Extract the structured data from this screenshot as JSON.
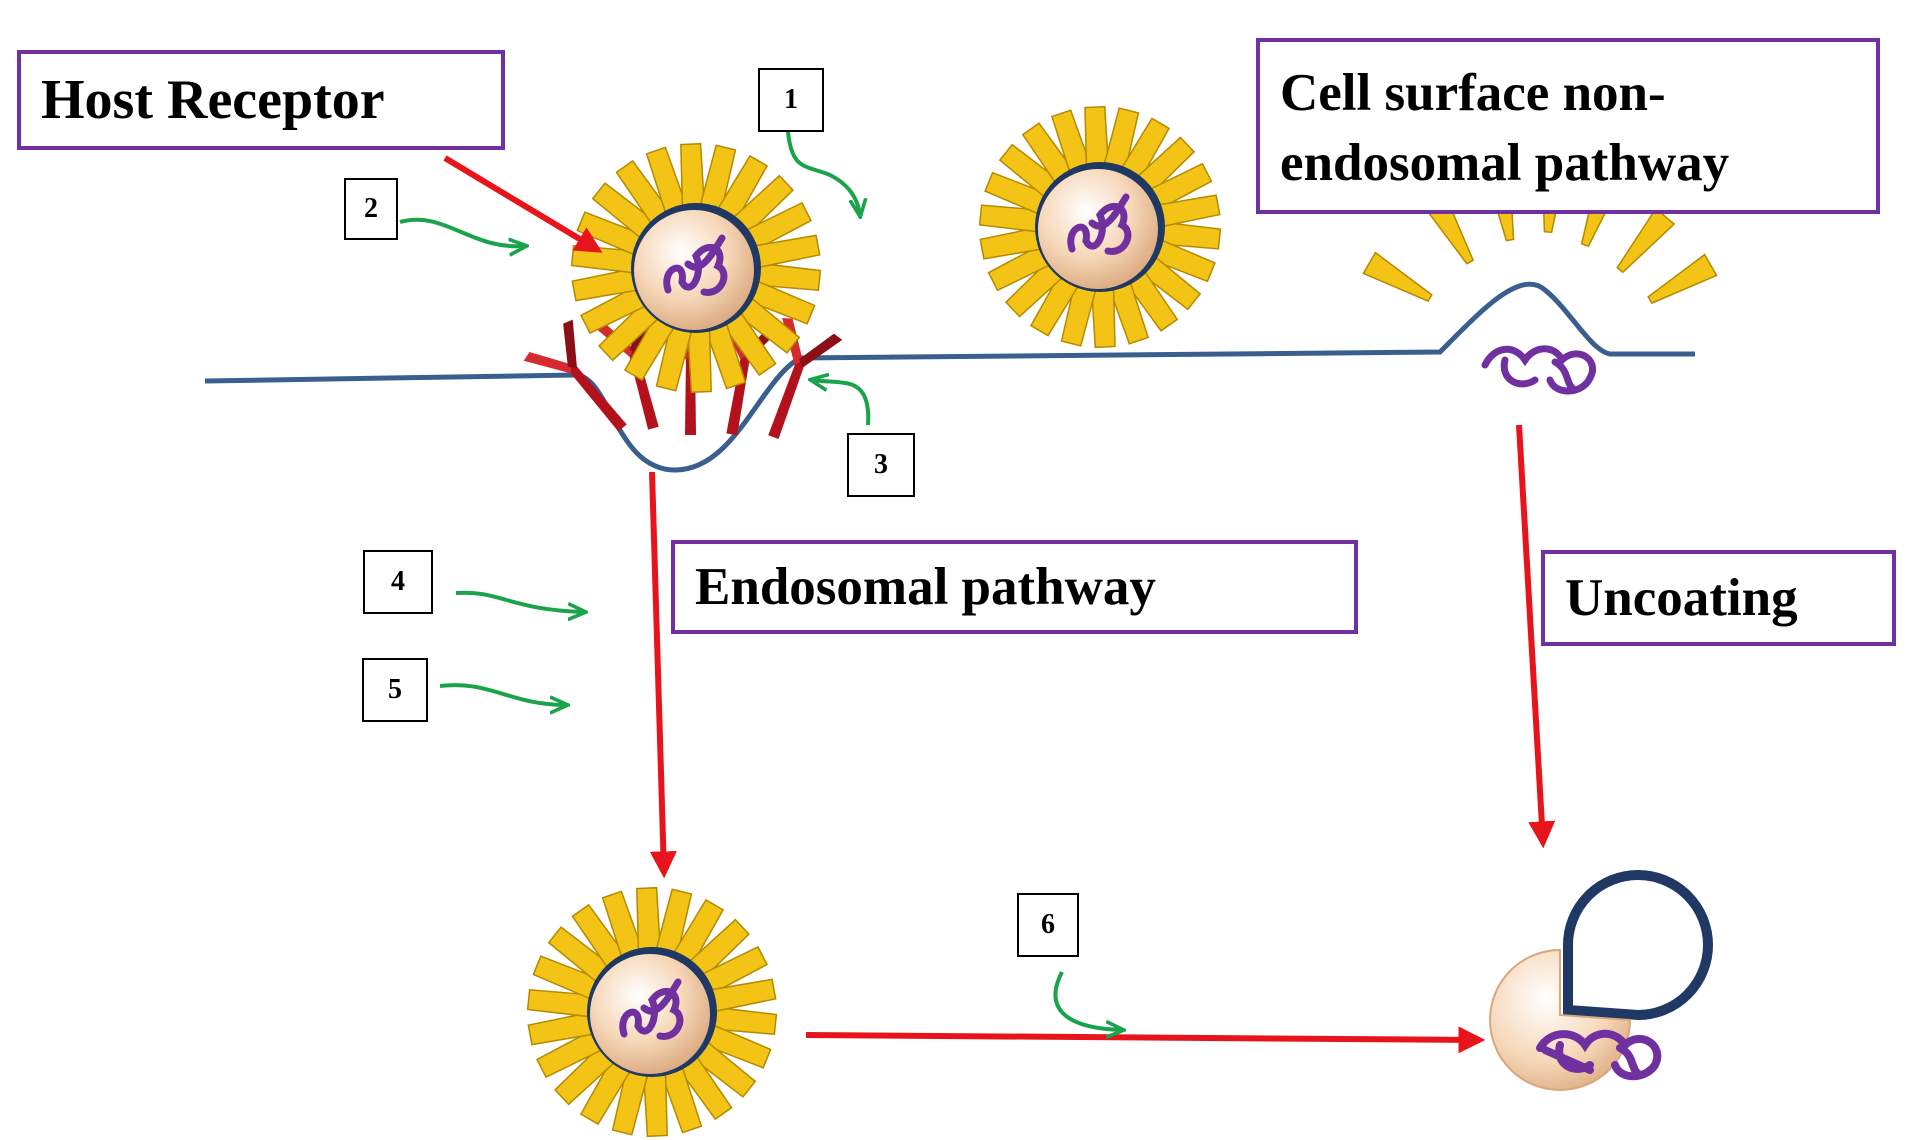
{
  "labels": {
    "host_receptor": "Host Receptor",
    "cell_surface_line1": "Cell surface non-",
    "cell_surface_line2": "endosomal pathway",
    "endosomal_pathway": "Endosomal pathway",
    "uncoating": "Uncoating"
  },
  "steps": [
    "1",
    "2",
    "3",
    "4",
    "5",
    "6"
  ],
  "colors": {
    "label_border": "#7030a0",
    "flow_arrow": "#e8141b",
    "step_pointer": "#1aa34a",
    "membrane": "#3a5f8e",
    "spike": "#f3c316",
    "spike_dark": "#b38a00",
    "capsid": "#f6d7b8",
    "capsid_rim": "#1f3864",
    "genome": "#7030a0",
    "receptor": "#b3121c"
  }
}
